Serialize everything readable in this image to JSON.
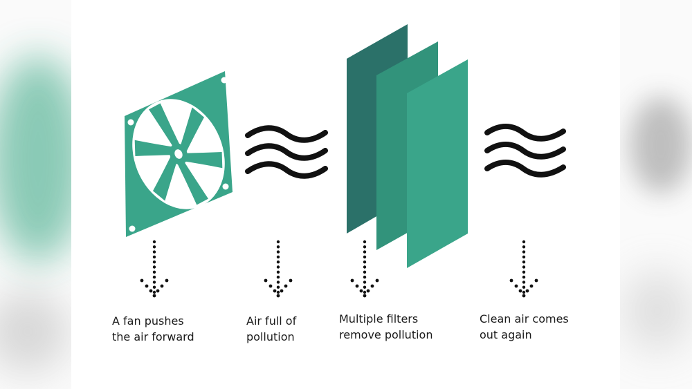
{
  "steps": [
    {
      "id": "fan",
      "caption": "A fan pushes\nthe air forward",
      "icon": "fan-icon"
    },
    {
      "id": "dirty",
      "caption": "Air full of\npollution",
      "icon": "air-waves-icon"
    },
    {
      "id": "filters",
      "caption": "Multiple filters\nremove pollution",
      "icon": "filter-panels-icon"
    },
    {
      "id": "clean",
      "caption": "Clean air comes\nout again",
      "icon": "air-waves-icon"
    }
  ],
  "colors": {
    "teal_light": "#3aa58a",
    "teal_mid": "#32937b",
    "teal_dark": "#2b7169",
    "ink": "#111111",
    "side_blur": "#2fa37e"
  }
}
